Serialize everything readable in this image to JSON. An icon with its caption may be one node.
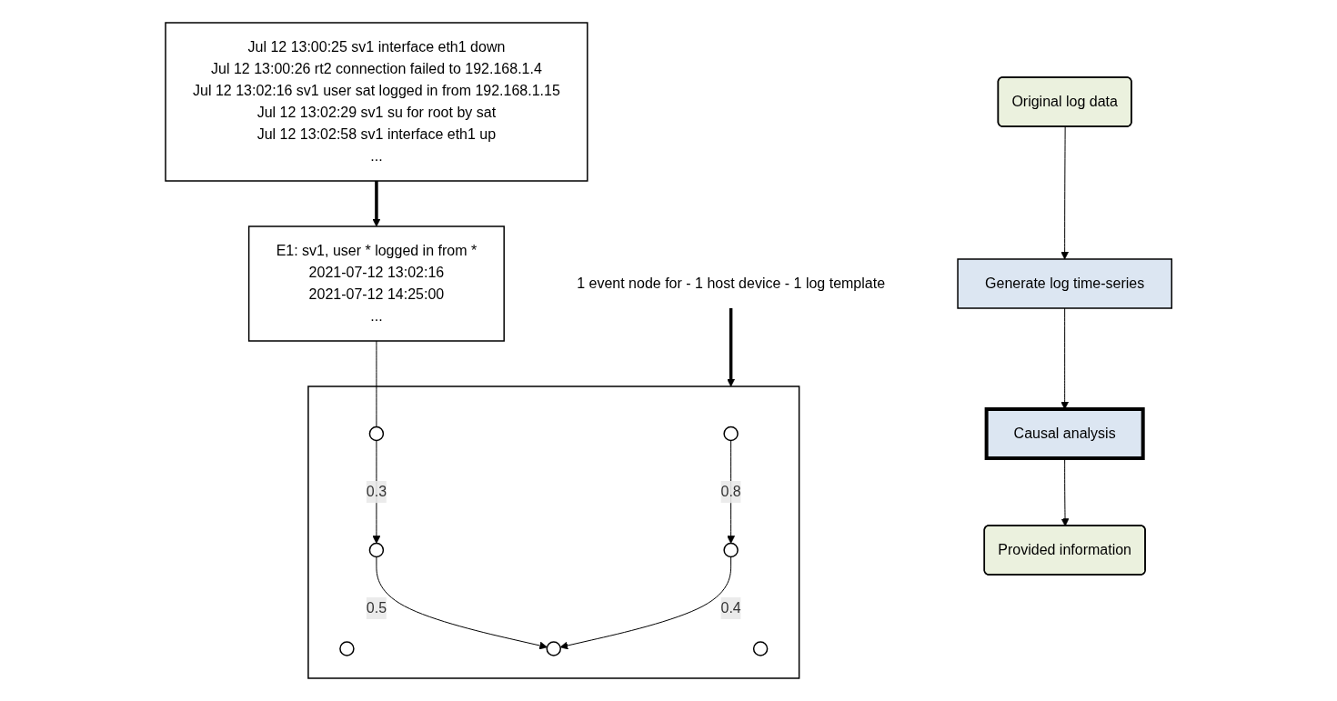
{
  "diagram": {
    "nodes": [
      {
        "text": [
          "Original log data"
        ]
      },
      {
        "text": [
          "Generate log time-series"
        ]
      },
      {
        "text": [
          "Causal analysis"
        ]
      },
      {
        "text": [
          "Provided information"
        ]
      },
      {
        "text": [
          "Jul 12 13:00:25 sv1 interface eth1 down",
          "Jul 12 13:00:26 rt2 connection failed to 192.168.1.4",
          "Jul 12 13:02:16 sv1 user sat logged in from 192.168.1.15",
          "Jul 12 13:02:29 sv1 su for root by sat",
          "Jul 12 13:02:58 sv1 interface eth1 up",
          "..."
        ]
      },
      {
        "text": [
          "E1: sv1, user * logged in from *",
          "2021-07-12 13:02:16",
          "2021-07-12 14:25:00",
          "..."
        ]
      },
      {
        "text": [
          "1 event node for - 1 host device - 1 log template"
        ]
      },
      {
        "text": [],
        "shape": "box"
      },
      {
        "text": [],
        "shape": "circle",
        "in": 7
      },
      {
        "text": [],
        "shape": "circle",
        "in": 7
      },
      {
        "text": [],
        "shape": "circle",
        "in": 7
      },
      {
        "text": [],
        "shape": "circle",
        "in": 7
      },
      {
        "text": [],
        "shape": "circle",
        "in": 7
      },
      {
        "text": [],
        "shape": "circle",
        "in": 7
      },
      {
        "text": [],
        "shape": "circle",
        "in": 7
      }
    ],
    "edges": [
      {
        "from": 0,
        "to": 1,
        "arrow": "to"
      },
      {
        "from": 1,
        "to": 2,
        "arrow": "to"
      },
      {
        "from": 2,
        "to": 3,
        "arrow": "to"
      },
      {
        "from": 4,
        "to": 5,
        "arrow": "to",
        "style": "thick"
      },
      {
        "from": 5,
        "to": 9,
        "arrow": "none"
      },
      {
        "from": 6,
        "to": 7,
        "arrow": "to",
        "style": "thick"
      },
      {
        "from": 8,
        "to": 10,
        "arrow": "to",
        "label": "0.8"
      },
      {
        "from": 9,
        "to": 11,
        "arrow": "to",
        "label": "0.3"
      },
      {
        "from": 11,
        "to": 13,
        "arrow": "to",
        "label": "0.5"
      },
      {
        "from": 10,
        "to": 13,
        "arrow": "to",
        "label": "0.4"
      }
    ]
  }
}
